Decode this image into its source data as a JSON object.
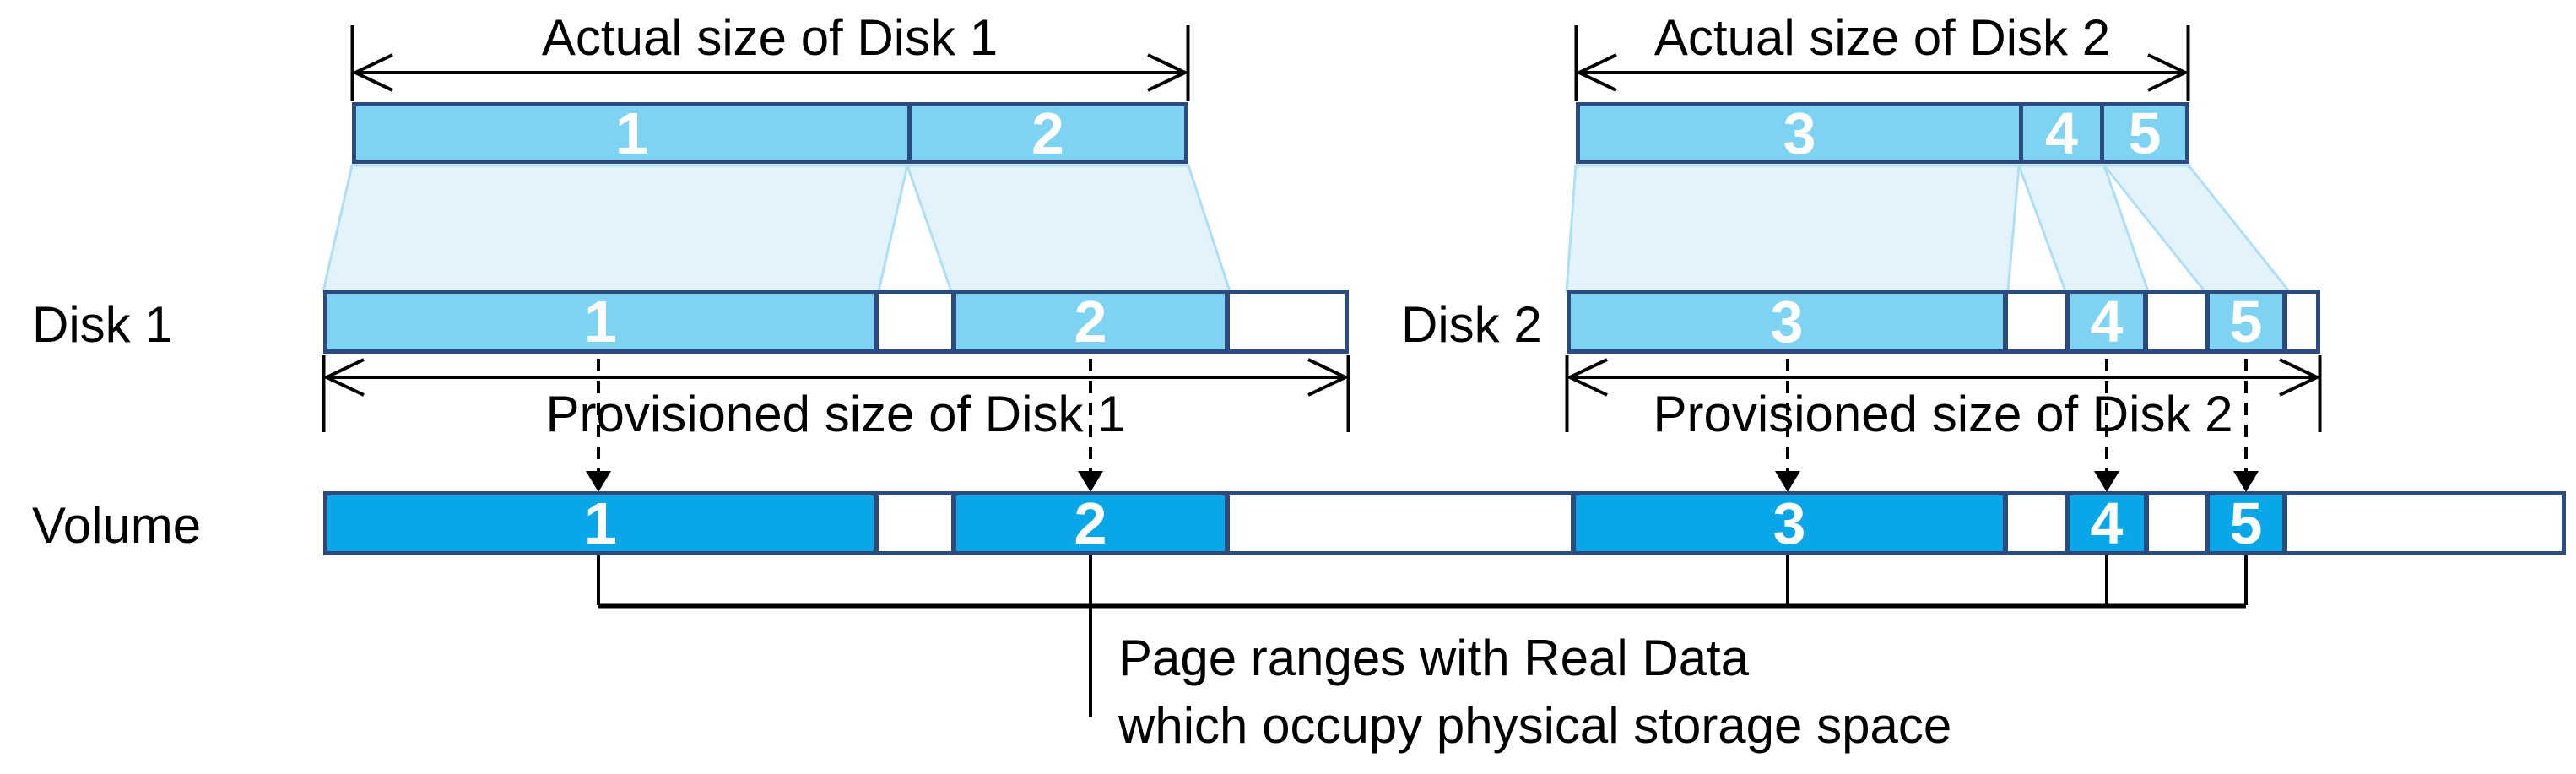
{
  "diagram": {
    "disk1": {
      "name_label": "Disk 1",
      "actual_size_label": "Actual size of Disk 1",
      "provisioned_size_label": "Provisioned size of Disk 1",
      "actual_segments": [
        "1",
        "2"
      ],
      "provisioned_segments": [
        "1",
        "2"
      ]
    },
    "disk2": {
      "name_label": "Disk 2",
      "actual_size_label": "Actual size of Disk 2",
      "provisioned_size_label": "Provisioned size of Disk 2",
      "actual_segments": [
        "3",
        "4",
        "5"
      ],
      "provisioned_segments": [
        "3",
        "4",
        "5"
      ]
    },
    "volume": {
      "name_label": "Volume",
      "segments": [
        "1",
        "2",
        "3",
        "4",
        "5"
      ]
    },
    "annotation": {
      "line1": "Page ranges with Real Data",
      "line2": "which occupy physical storage space"
    },
    "colors": {
      "segment_fill": "#7FD3F2",
      "volume_fill": "#0AA7E8",
      "border": "#2B4B7E",
      "connector_fill": "#E3F3FC",
      "connector_edge": "#AEDFF5",
      "line": "#000000",
      "number_text": "#FFFFFF",
      "label_text": "#000000",
      "background": "#FFFFFF"
    }
  }
}
